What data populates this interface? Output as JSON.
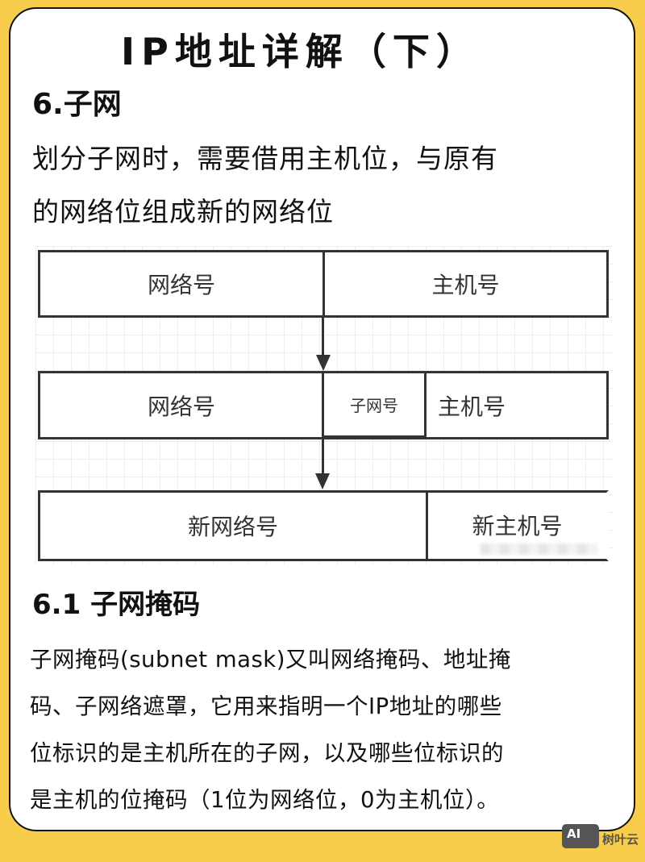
{
  "title": "IP地址详解（下）",
  "section1": {
    "heading": "6.子网",
    "lines": [
      "划分子网时，需要借用主机位，与原有",
      "的网络位组成新的网络位"
    ]
  },
  "diagram": {
    "row1": {
      "left": "网络号",
      "right": "主机号"
    },
    "row2": {
      "left": "网络号",
      "middle": "子网号",
      "right": "主机号"
    },
    "row3": {
      "left": "新网络号",
      "right": "新主机号"
    }
  },
  "section2": {
    "heading": "6.1 子网掩码",
    "lines": [
      "子网掩码(subnet mask)又叫网络掩码、地址掩",
      "码、子网络遮罩，它用来指明一个IP地址的哪些",
      "位标识的是主机所在的子网，以及哪些位标识的",
      "是主机的位掩码（1位为网络位，0为主机位）。"
    ]
  },
  "watermark": {
    "logo": "AI",
    "text": "树叶云"
  },
  "colors": {
    "background": "#f8cd4c",
    "card": "#ffffff"
  }
}
